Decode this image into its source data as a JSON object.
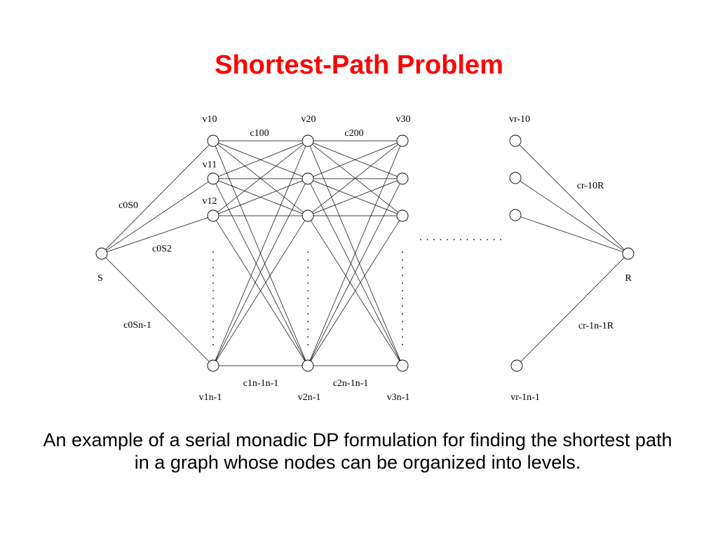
{
  "slide": {
    "title": "Shortest-Path Problem",
    "caption": "An example of a serial monadic DP formulation for finding the shortest path in a graph whose nodes can be organized into levels."
  },
  "diagram": {
    "nodes": {
      "source": "S",
      "sink": "R",
      "level1_top": "v10",
      "level1_second": "v11",
      "level1_third": "v12",
      "level1_last": "v1n-1",
      "level2_top": "v20",
      "level2_last": "v2n-1",
      "level3_top": "v30",
      "level3_last": "v3n-1",
      "levelr_top": "vr-10",
      "levelr_last": "vr-1n-1"
    },
    "edge_labels": {
      "c0S0": "c0S0",
      "c0S2": "c0S2",
      "c0Sn1": "c0Sn-1",
      "c100": "c100",
      "c200": "c200",
      "c1n1n1": "c1n-1n-1",
      "c2n1n1": "c2n-1n-1",
      "cr10R": "cr-10R",
      "cr1n1R": "cr-1n-1R"
    }
  }
}
